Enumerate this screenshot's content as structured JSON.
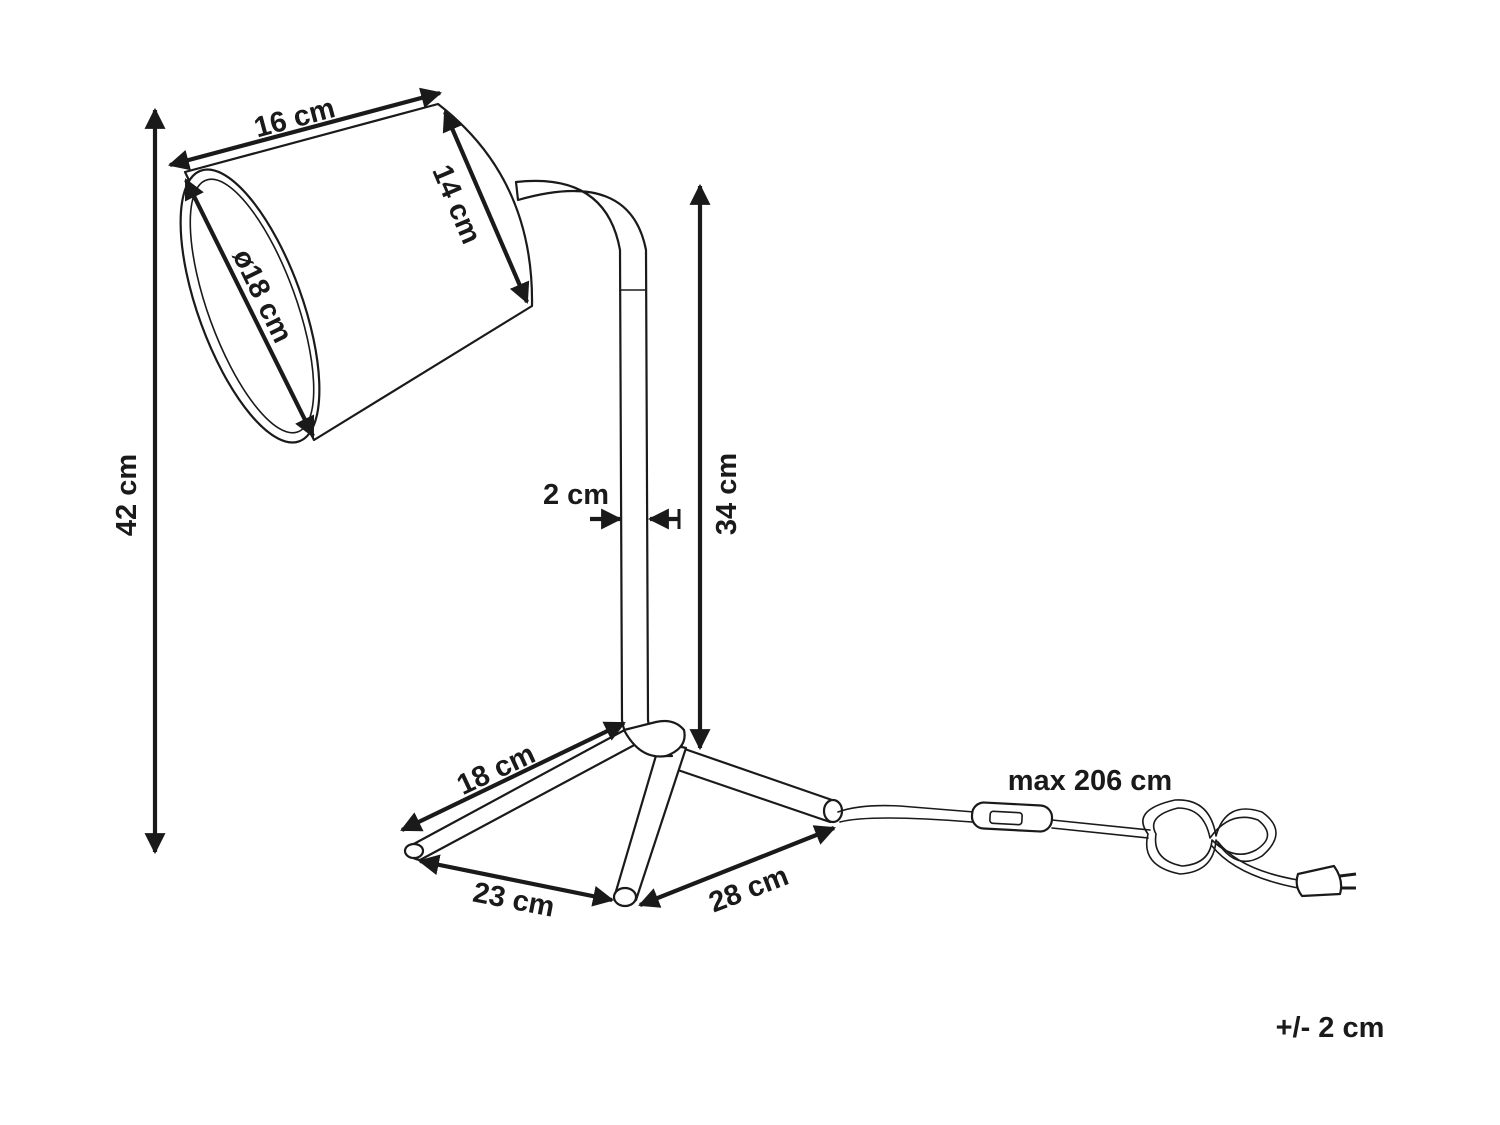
{
  "dimensions": {
    "total_height": "42 cm",
    "stem_height": "34 cm",
    "shade_length": "16 cm",
    "shade_top_diameter": "14 cm",
    "shade_bottom_diameter": "ø18 cm",
    "tube_diameter": "2 cm",
    "base_leg_back": "18 cm",
    "base_leg_front_left": "23 cm",
    "base_leg_front_right": "28 cm",
    "cable_length": "max 206 cm"
  },
  "tolerance": "+/- 2 cm"
}
